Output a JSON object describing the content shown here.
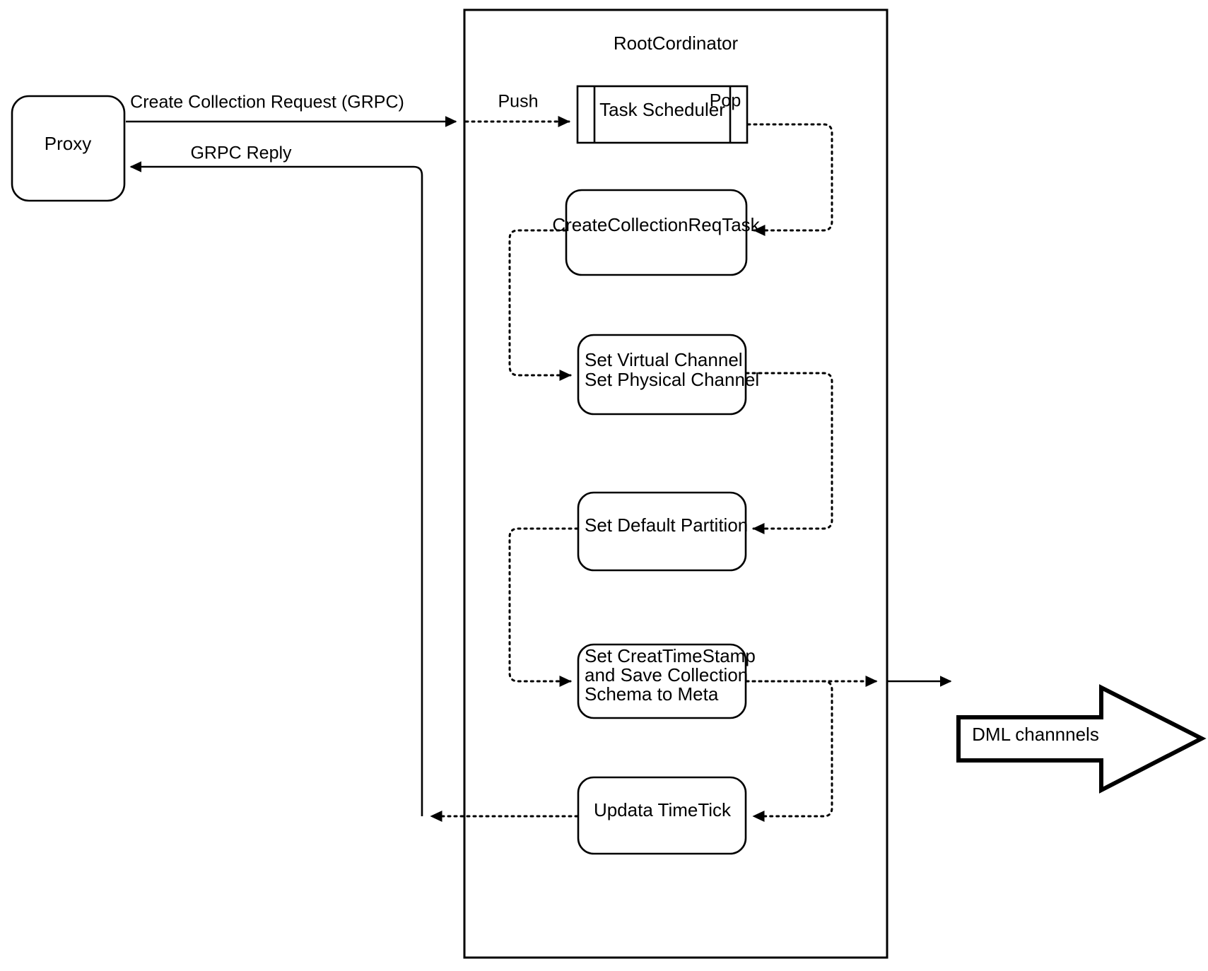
{
  "diagram": {
    "title_container": "RootCordinator",
    "colors": {
      "stroke": "#000000",
      "fill": "#ffffff",
      "background": "#ffffff"
    },
    "nodes": {
      "proxy": "Proxy",
      "task_scheduler": "Task Scheduler",
      "create_collection_req_task": "CreateCollectionReqTask",
      "set_channel_line1": "Set Virtual Channel",
      "set_channel_line2": "Set Physical Channel",
      "set_default_partition": "Set Default Partition",
      "set_timestamp_line1": "Set CreatTimeStamp",
      "set_timestamp_line2": "and Save Collection",
      "set_timestamp_line3": "Schema to Meta",
      "update_timetick": "Updata TimeTick",
      "dml_channels": "DML channnels"
    },
    "edge_labels": {
      "create_collection_request": "Create Collection Request (GRPC)",
      "grpc_reply": "GRPC Reply",
      "push": "Push",
      "pop": "Pop"
    }
  }
}
